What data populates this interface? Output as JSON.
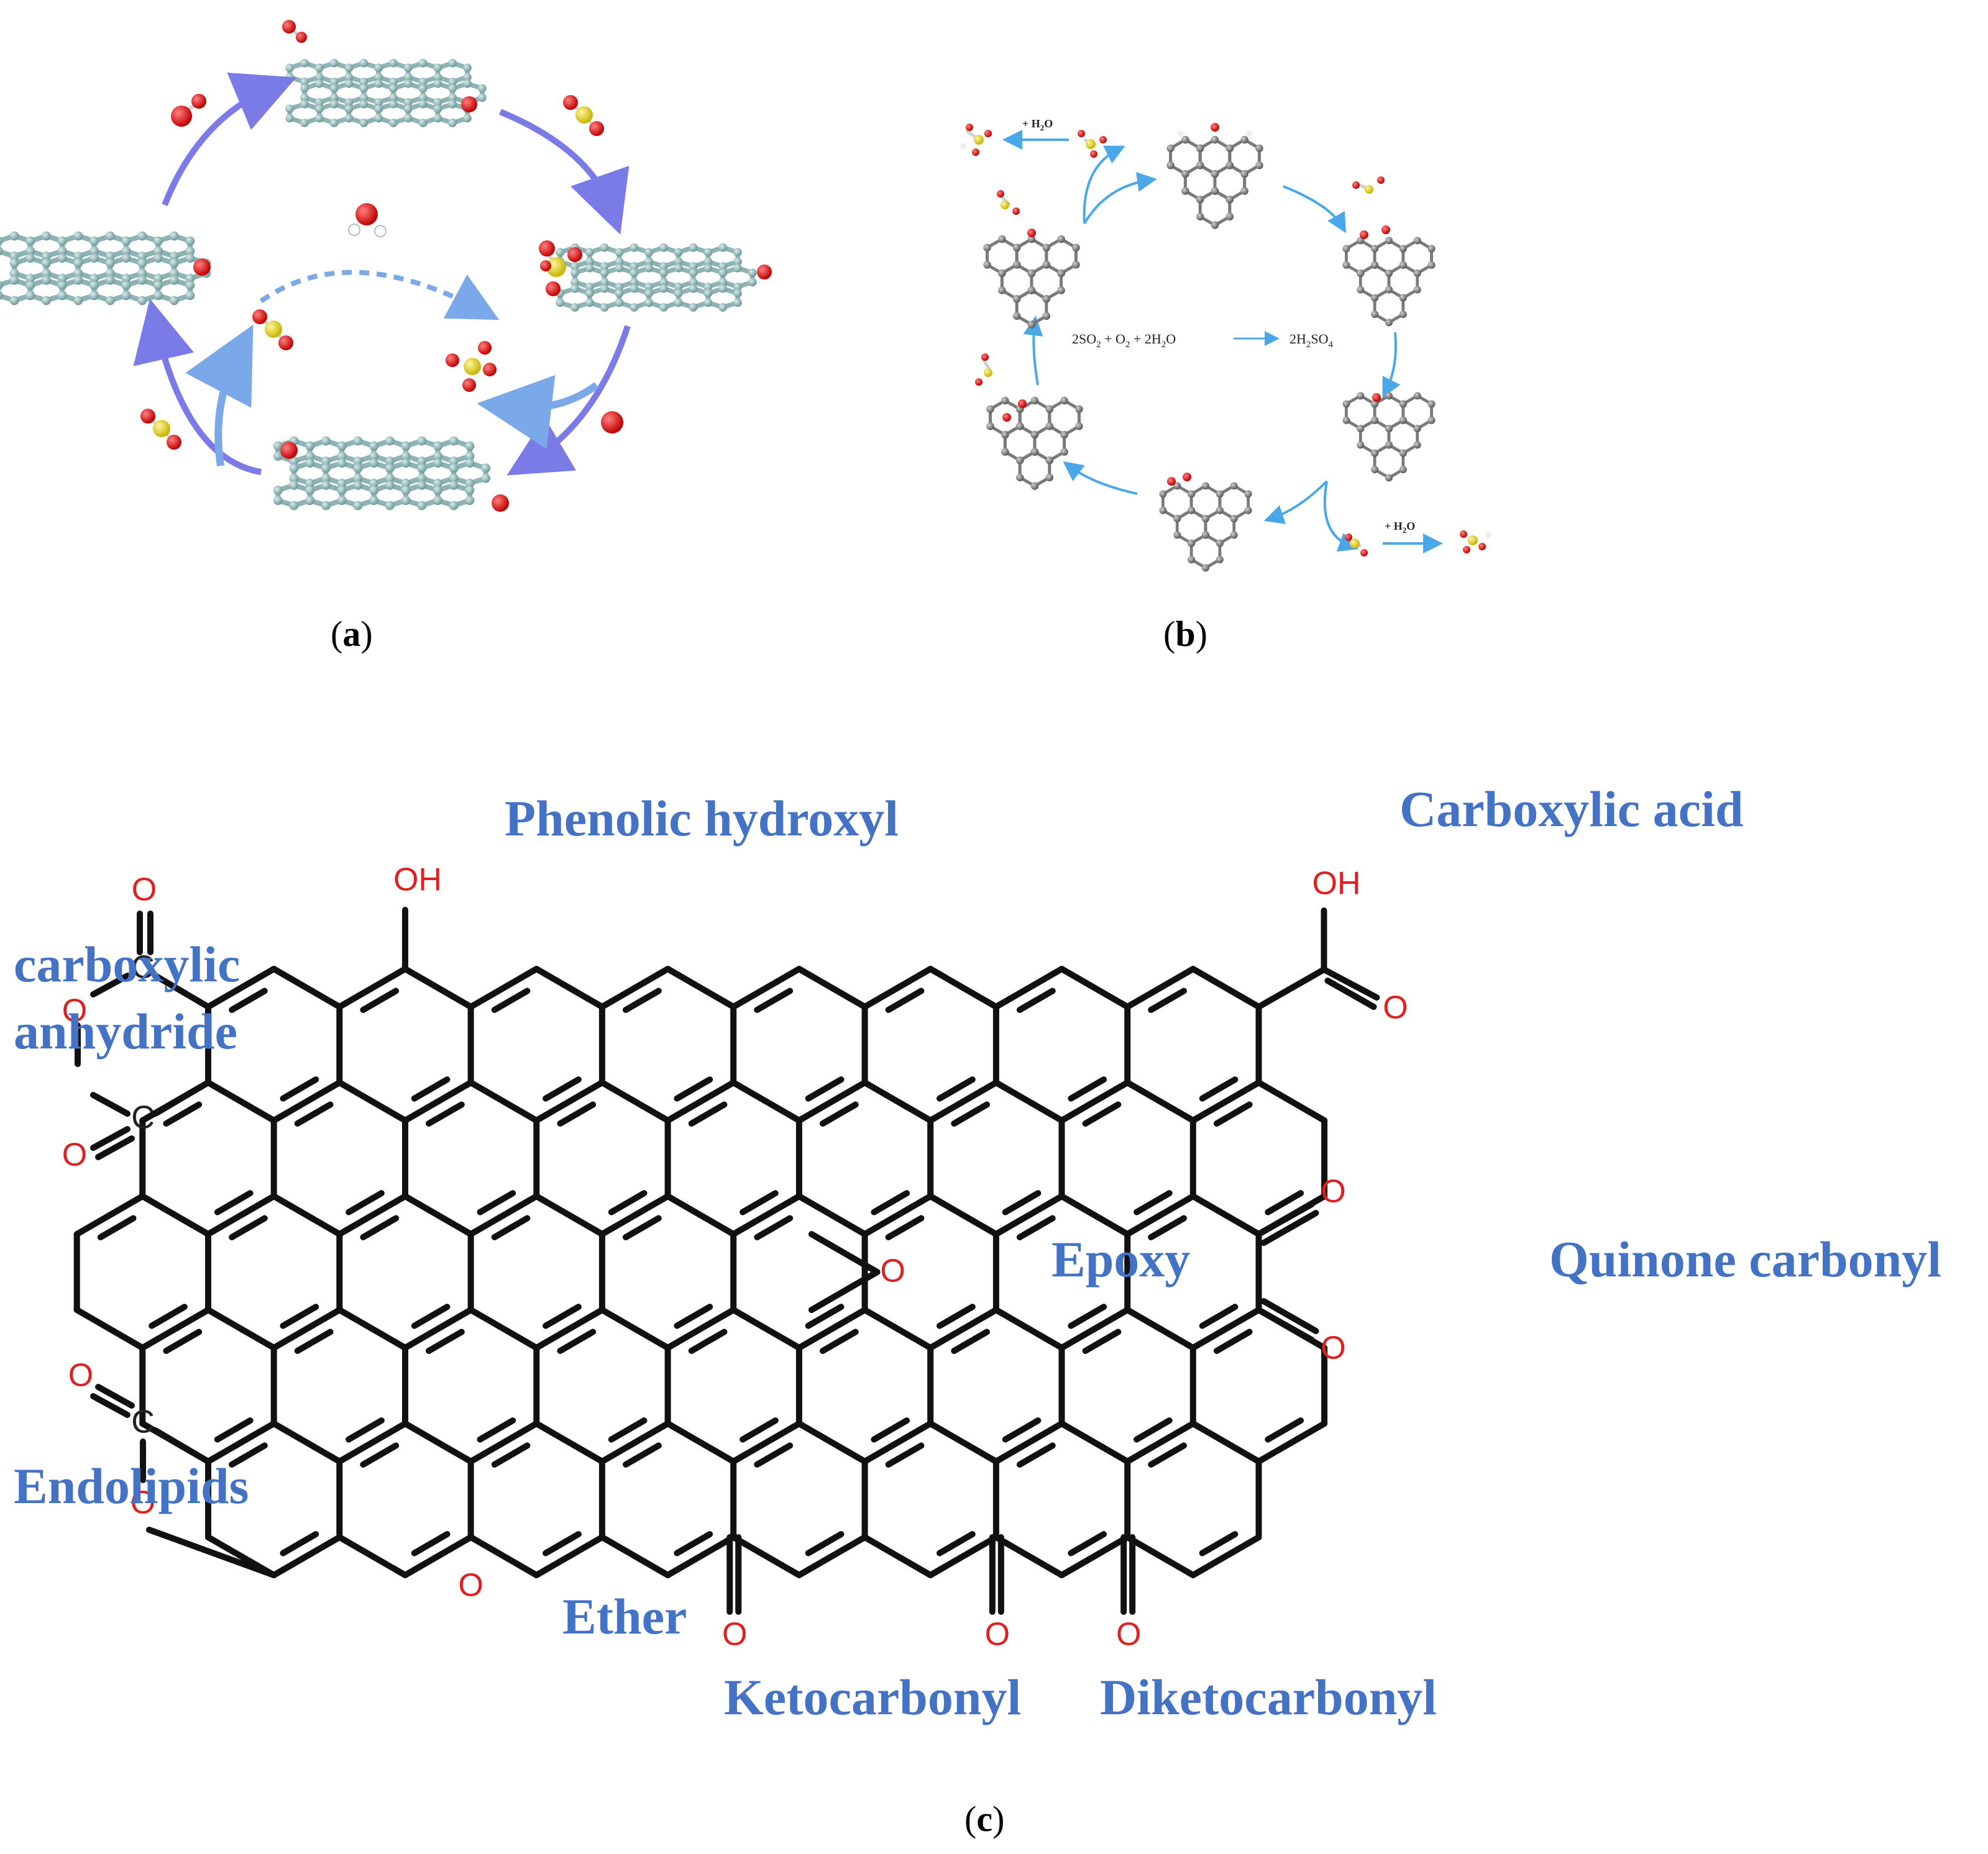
{
  "panel_a": {
    "caption_letter": "a"
  },
  "panel_b": {
    "caption_letter": "b",
    "reaction": {
      "lhs": [
        "2SO",
        "2",
        " + O",
        "2",
        " + 2H",
        "2",
        "O"
      ],
      "rhs": [
        "2H",
        "2",
        "SO",
        "4"
      ]
    },
    "water_label_top": [
      "+ H",
      "2",
      "O"
    ],
    "water_label_bottom": [
      "+ H",
      "2",
      "O"
    ]
  },
  "panel_c": {
    "caption_letter": "c",
    "groups": {
      "phenolic_hydroxyl": "Phenolic hydroxyl",
      "carboxylic_acid": "Carboxylic acid",
      "carboxylic_anhydride_1": "carboxylic",
      "carboxylic_anhydride_2": "anhydride",
      "epoxy": "Epoxy",
      "quinone_carbonyl": "Quinone carbonyl",
      "endolipids": "Endolipids",
      "ether": "Ether",
      "ketocarbonyl": "Ketocarbonyl",
      "diketocarbonyl": "Diketocarbonyl"
    },
    "atoms": {
      "oxygen": "O",
      "hydroxyl": "OH",
      "carbon": "C"
    }
  },
  "colors": {
    "label_blue": "#4472c4",
    "oxygen_red": "#e02020",
    "bond_black": "#111111",
    "arrow_purple": "#7b7be8",
    "arrow_light_blue": "#7aa8e8",
    "arrow_sky": "#4aa8e8",
    "carbon_teal": "#8fb3b3",
    "sulfur_yellow": "#e6dc2a",
    "carbon_grey": "#8a8a8a"
  }
}
